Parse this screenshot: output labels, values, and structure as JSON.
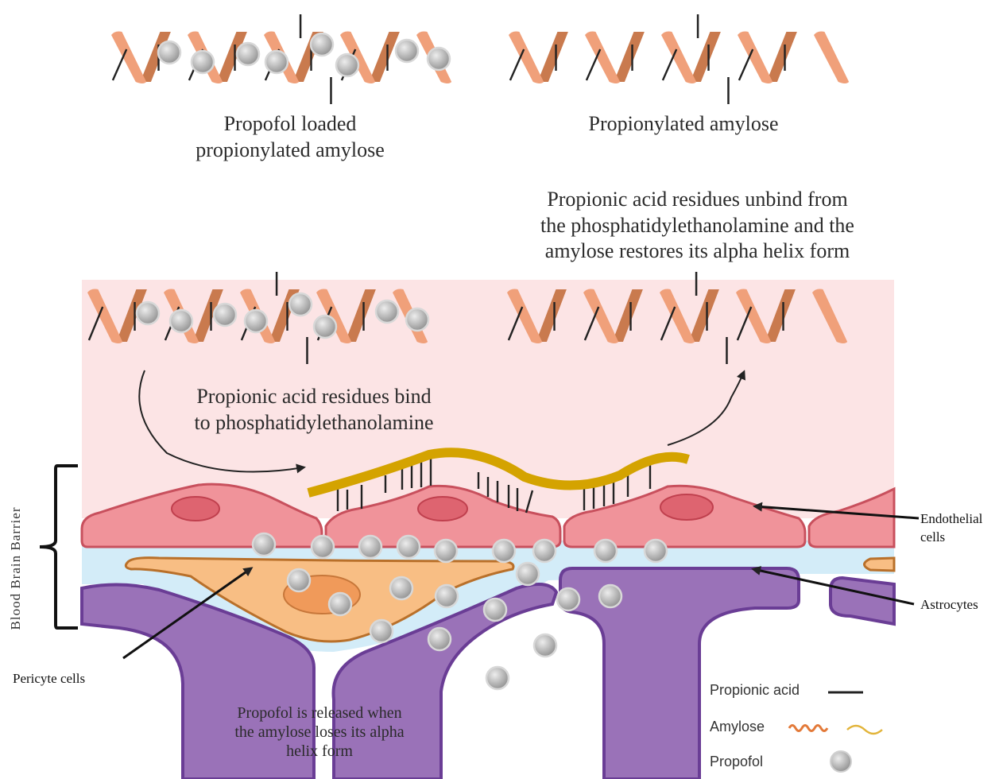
{
  "captions": {
    "loaded_helix": [
      "Propofol loaded",
      "propionylated amylose"
    ],
    "propionylated_helix": [
      "Propionylated amylose"
    ],
    "unbind": [
      "Propionic acid residues unbind from",
      "the  phosphatidylethanolamine and the",
      "amylose restores its alpha helix form"
    ],
    "bind": [
      "Propionic acid residues bind",
      "to phosphatidylethanolamine"
    ],
    "release": [
      "Propofol is released when",
      "the amylose loses its alpha",
      "helix form"
    ]
  },
  "side_labels": {
    "endothelial": [
      "Endothelial",
      "cells"
    ],
    "astrocytes": "Astrocytes",
    "pericyte": "Pericyte cells",
    "blood_brain_barrier": "Blood Brain  Barrier"
  },
  "legend": {
    "items": [
      {
        "label": "Propionic acid",
        "icon": "line-icon"
      },
      {
        "label": "Amylose",
        "icon": "wave-icon"
      },
      {
        "label": "Propofol",
        "icon": "sphere-icon"
      }
    ]
  },
  "colors": {
    "helix_light": "#F0A07A",
    "helix_dark": "#C97A4E",
    "blood": "#FCE4E5",
    "endothelial": "#F0939A",
    "endothelial_nucleus": "#DE6470",
    "basement": "#D3ECF8",
    "pericyte": "#F8BE84",
    "astrocyte": "#9A72B8",
    "astrocyte_edge": "#6A3D95",
    "amylose_gold": "#D4A300",
    "propofol": "#B8B8B8"
  }
}
